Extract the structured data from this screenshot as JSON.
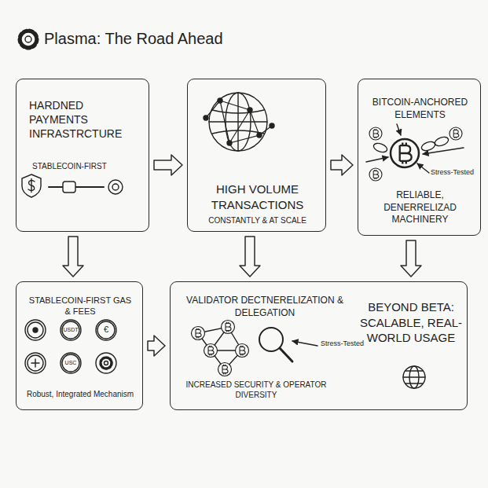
{
  "diagram": {
    "title": "Plasma: The Road Ahead",
    "nodes": [
      {
        "text": [
          "HARDNED PAYMENTS INFRASTRCTURE",
          "STABLECOIN-FIRST"
        ]
      },
      {
        "text": [
          "HIGH VOLUME TRANSACTIONS",
          "CONSTANTLY & AT SCALE"
        ]
      },
      {
        "text": [
          "BITCOIN-ANCHORED ELEMENTS",
          "RELIABLE, DENERRELIZAD MACHINERY"
        ]
      },
      {
        "text": [
          "STABLECOIN-FIRST GAS & FEES",
          "Robust, Integrated Mechanism"
        ]
      },
      {
        "text": [
          "VALIDATOR DECTNERELIZATION & DELEGATION",
          "INCREASED SECURITY & OPERATOR DIVERSITY",
          "BEYOND BETA: SCALABLE, REAL-WORLD USAGE"
        ]
      }
    ],
    "edges": [
      {
        "from": 0,
        "to": 1,
        "arrow": "to"
      },
      {
        "from": 1,
        "to": 2,
        "arrow": "to"
      },
      {
        "from": 0,
        "to": 3,
        "arrow": "to"
      },
      {
        "from": 1,
        "to": 4,
        "arrow": "to"
      },
      {
        "from": 2,
        "to": 4,
        "arrow": "to"
      },
      {
        "from": 3,
        "to": 4,
        "arrow": "to"
      }
    ],
    "labels": [
      "Stress-Tested",
      "Stress-Tested",
      "USDT",
      "€",
      "USC"
    ]
  }
}
